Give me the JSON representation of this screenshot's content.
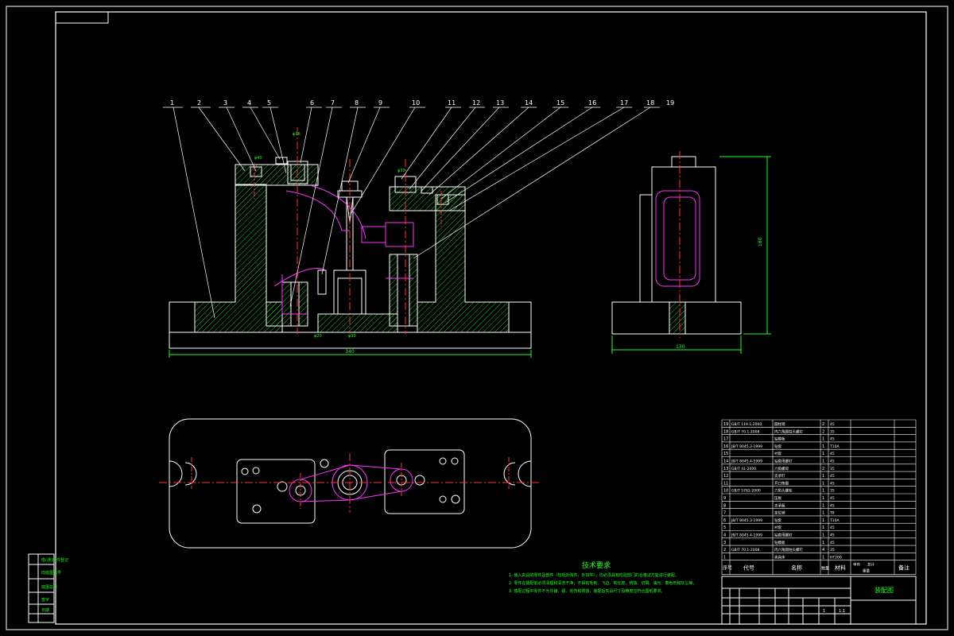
{
  "balloons": [
    "1",
    "2",
    "3",
    "4",
    "5",
    "6",
    "7",
    "8",
    "9",
    "10",
    "11",
    "12",
    "13",
    "14",
    "15",
    "16",
    "17",
    "18",
    "19"
  ],
  "dimensions": {
    "overall_length": "340",
    "side_width": "130",
    "side_height": "180",
    "dim_small_1": "φ20",
    "dim_small_2": "φ30",
    "dim_small_3": "φ40",
    "dim_small_4": "φ16",
    "dim_small_5": "φ30"
  },
  "notes": {
    "title": "技术要求",
    "lines": [
      "1. 装入夹具的零件及部件（包括外购件、外协件），均必须具有检验部门的合格证方能进行装配。",
      "2. 零件在装配前必须清理和清洗干净，不得有毛刺、飞边、氧化皮、锈蚀、切屑、油污、着色剂和灰尘等。",
      "3. 装配过程中零件不允许磕、碰、划伤和锈蚀，装配后夹具尺寸及精度应符合图纸要求。"
    ]
  },
  "bom": {
    "headers": {
      "no": "序号",
      "code": "代号",
      "name": "名称",
      "qty": "数量",
      "material": "材料",
      "unit": "单件",
      "total": "总计",
      "weight": "重量",
      "remark": "备注"
    },
    "rows": [
      {
        "no": "19",
        "code": "GB/T 119.1-2000",
        "name": "圆柱销",
        "qty": "2",
        "mat": "45"
      },
      {
        "no": "18",
        "code": "GB/T 70.1-2008",
        "name": "内六角圆柱头螺钉",
        "qty": "2",
        "mat": "35"
      },
      {
        "no": "17",
        "code": "",
        "name": "钻模板",
        "qty": "1",
        "mat": "45"
      },
      {
        "no": "16",
        "code": "JB/T 8045.3-1999",
        "name": "钻套",
        "qty": "1",
        "mat": "T10A"
      },
      {
        "no": "15",
        "code": "",
        "name": "衬套",
        "qty": "1",
        "mat": "45"
      },
      {
        "no": "14",
        "code": "JB/T 8045.4-1999",
        "name": "钻套用螺钉",
        "qty": "1",
        "mat": "45"
      },
      {
        "no": "13",
        "code": "GB/T 41-2000",
        "name": "六角螺母",
        "qty": "2",
        "mat": "35"
      },
      {
        "no": "12",
        "code": "",
        "name": "支承钉",
        "qty": "1",
        "mat": "45"
      },
      {
        "no": "11",
        "code": "",
        "name": "开口垫圈",
        "qty": "1",
        "mat": "45"
      },
      {
        "no": "10",
        "code": "GB/T 5782-2000",
        "name": "六角头螺栓",
        "qty": "1",
        "mat": "35"
      },
      {
        "no": "9",
        "code": "",
        "name": "压板",
        "qty": "1",
        "mat": "45"
      },
      {
        "no": "8",
        "code": "",
        "name": "支承板",
        "qty": "1",
        "mat": "45"
      },
      {
        "no": "7",
        "code": "",
        "name": "定位销",
        "qty": "1",
        "mat": "T8"
      },
      {
        "no": "6",
        "code": "JB/T 8045.3-1999",
        "name": "钻套",
        "qty": "1",
        "mat": "T10A"
      },
      {
        "no": "5",
        "code": "",
        "name": "衬套",
        "qty": "1",
        "mat": "45"
      },
      {
        "no": "4",
        "code": "JB/T 8045.4-1999",
        "name": "钻套用螺钉",
        "qty": "1",
        "mat": "45"
      },
      {
        "no": "3",
        "code": "",
        "name": "钻模板",
        "qty": "1",
        "mat": "45"
      },
      {
        "no": "2",
        "code": "GB/T 70.1-2008",
        "name": "内六角圆柱头螺钉",
        "qty": "4",
        "mat": "35"
      },
      {
        "no": "1",
        "code": "",
        "name": "夹具体",
        "qty": "1",
        "mat": "HT200"
      }
    ]
  },
  "title_block": {
    "drawing_name": "装配图",
    "scale": "1:1",
    "sheet": "1"
  },
  "left_strip": [
    "借(通)用件登记",
    "旧底图总号",
    "底图总号",
    "签字",
    "日期"
  ],
  "colors": {
    "outline": "#ffffff",
    "section": "#22ff22",
    "center": "#ff3333",
    "workpiece": "#ff33ff",
    "hatch": "#33ffff"
  }
}
